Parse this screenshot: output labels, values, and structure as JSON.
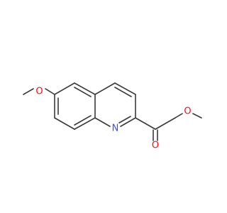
{
  "molecule": {
    "atoms": {
      "o_methoxy_left": {
        "symbol": "O",
        "color": "#ff0d0d"
      },
      "n_ring": {
        "symbol": "N",
        "color": "#3050f8"
      },
      "o_carbonyl": {
        "symbol": "O",
        "color": "#ff0d0d"
      },
      "o_methoxy_right": {
        "symbol": "O",
        "color": "#ff0d0d"
      }
    },
    "bond_color": "#3a3a3a"
  }
}
